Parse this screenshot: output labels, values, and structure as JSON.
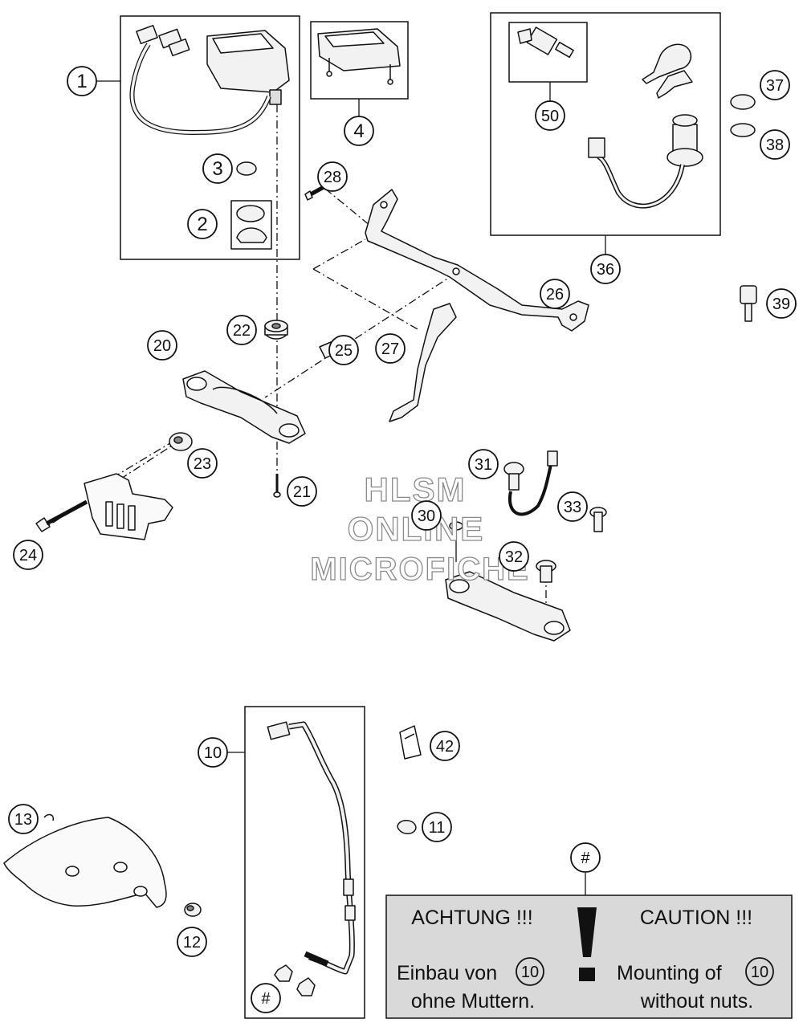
{
  "callouts": {
    "c1": "1",
    "c2": "2",
    "c3": "3",
    "c4": "4",
    "c10": "10",
    "c11": "11",
    "c12": "12",
    "c13": "13",
    "c20": "20",
    "c21": "21",
    "c22": "22",
    "c23": "23",
    "c24": "24",
    "c25": "25",
    "c26": "26",
    "c27": "27",
    "c28": "28",
    "c30": "30",
    "c31": "31",
    "c32": "32",
    "c33": "33",
    "c36": "36",
    "c37": "37",
    "c38": "38",
    "c39": "39",
    "c42": "42",
    "c50": "50",
    "hash_top": "#",
    "hash_bottom": "#"
  },
  "watermark": {
    "line1": "HLSM",
    "line2": "ONLINE",
    "line3": "MICROFICHE"
  },
  "caution_box": {
    "left_title": "ACHTUNG !!!",
    "left_line1": "Einbau von",
    "left_ref": "10",
    "left_line2": "ohne Muttern.",
    "right_title": "CAUTION !!!",
    "right_line1": "Mounting of",
    "right_ref": "10",
    "right_line2": "without nuts.",
    "background_color": "#d9d9d9"
  }
}
